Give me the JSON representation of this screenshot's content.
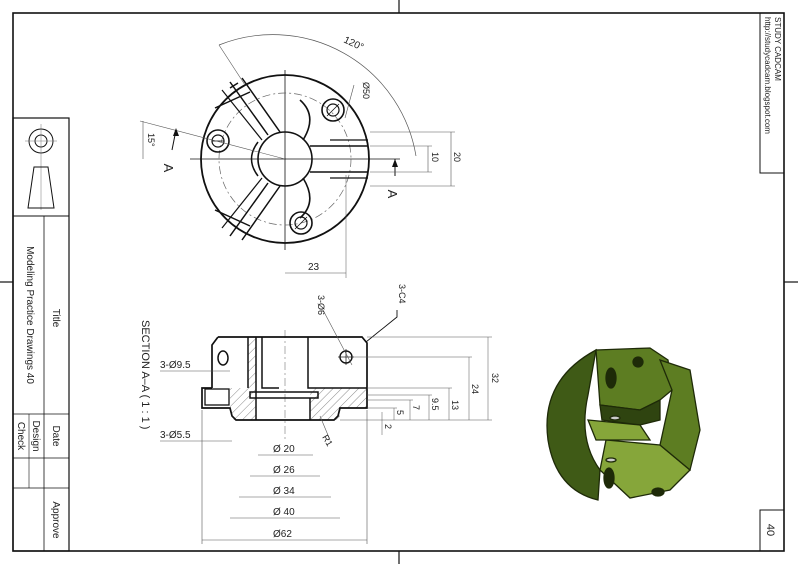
{
  "title_block": {
    "title_label": "Title",
    "title_value": "Modeling Practice Drawings 40",
    "date_label": "Date",
    "design_label": "Design",
    "check_label": "Check",
    "approve_label": "Approve"
  },
  "credit": {
    "name": "STUDY CADCAM",
    "url": "http://studycadcam.blogspot.com"
  },
  "page_number": "40",
  "top_view": {
    "angle_120": "120°",
    "angle_15": "15°",
    "dia_50": "Ø50",
    "dim_10": "10",
    "dim_20": "20",
    "dim_23": "23",
    "section_mark_left": "A",
    "section_mark_right": "A"
  },
  "section_view": {
    "label": "SECTION A–A ( 1 : 1 )",
    "holes_95": "3-Ø9.5",
    "holes_55": "3-Ø5.5",
    "holes_6": "3-Ø6",
    "chamfer": "3-C4",
    "radius": "R1",
    "dia_20": "Ø 20",
    "dia_26": "Ø 26",
    "dia_34": "Ø 34",
    "dia_40": "Ø 40",
    "dia_62": "Ø62",
    "h_32": "32",
    "h_24": "24",
    "h_13": "13",
    "h_95": "9.5",
    "h_7": "7",
    "h_5": "5",
    "h_2": "2"
  },
  "colors": {
    "line": "#111111",
    "dim": "#444444",
    "model_dark": "#3f5a16",
    "model_mid": "#5d7d22",
    "model_light": "#86a63a"
  }
}
